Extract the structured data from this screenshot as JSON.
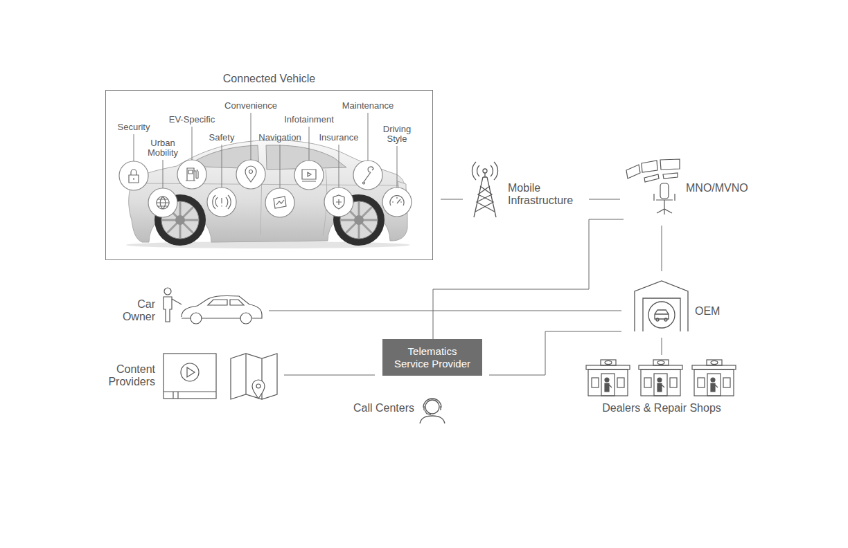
{
  "diagram": {
    "nodes": [
      {
        "text": [
          "Connected Vehicle"
        ]
      },
      {
        "text": [
          "Security"
        ],
        "in": 0
      },
      {
        "text": [
          "Urban Mobility"
        ],
        "in": 0
      },
      {
        "text": [
          "EV-Specific"
        ],
        "in": 0
      },
      {
        "text": [
          "Safety"
        ],
        "in": 0
      },
      {
        "text": [
          "Convenience"
        ],
        "in": 0
      },
      {
        "text": [
          "Navigation"
        ],
        "in": 0
      },
      {
        "text": [
          "Infotainment"
        ],
        "in": 0
      },
      {
        "text": [
          "Insurance"
        ],
        "in": 0
      },
      {
        "text": [
          "Maintenance"
        ],
        "in": 0
      },
      {
        "text": [
          "Driving Style"
        ],
        "in": 0
      },
      {
        "text": [
          "Mobile Infrastructure"
        ]
      },
      {
        "text": [
          "MNO/MVNO"
        ]
      },
      {
        "text": [
          "Car Owner"
        ]
      },
      {
        "text": [
          "OEM"
        ]
      },
      {
        "text": [
          "Content Providers"
        ]
      },
      {
        "text": [
          "Telematics Service Provider"
        ]
      },
      {
        "text": [
          "Dealers & Repair Shops"
        ]
      },
      {
        "text": [
          "Call Centers"
        ]
      }
    ],
    "edges": [
      {
        "from": 0,
        "to": 11,
        "arrow": "none"
      },
      {
        "from": 11,
        "to": 12,
        "arrow": "none"
      },
      {
        "from": 12,
        "to": 14,
        "arrow": "none"
      },
      {
        "from": 12,
        "to": 16,
        "arrow": "none"
      },
      {
        "from": 13,
        "to": 14,
        "arrow": "none"
      },
      {
        "from": 14,
        "to": 17,
        "arrow": "none"
      },
      {
        "from": 16,
        "to": 14,
        "arrow": "none"
      },
      {
        "from": 15,
        "to": 16,
        "arrow": "none"
      }
    ]
  }
}
